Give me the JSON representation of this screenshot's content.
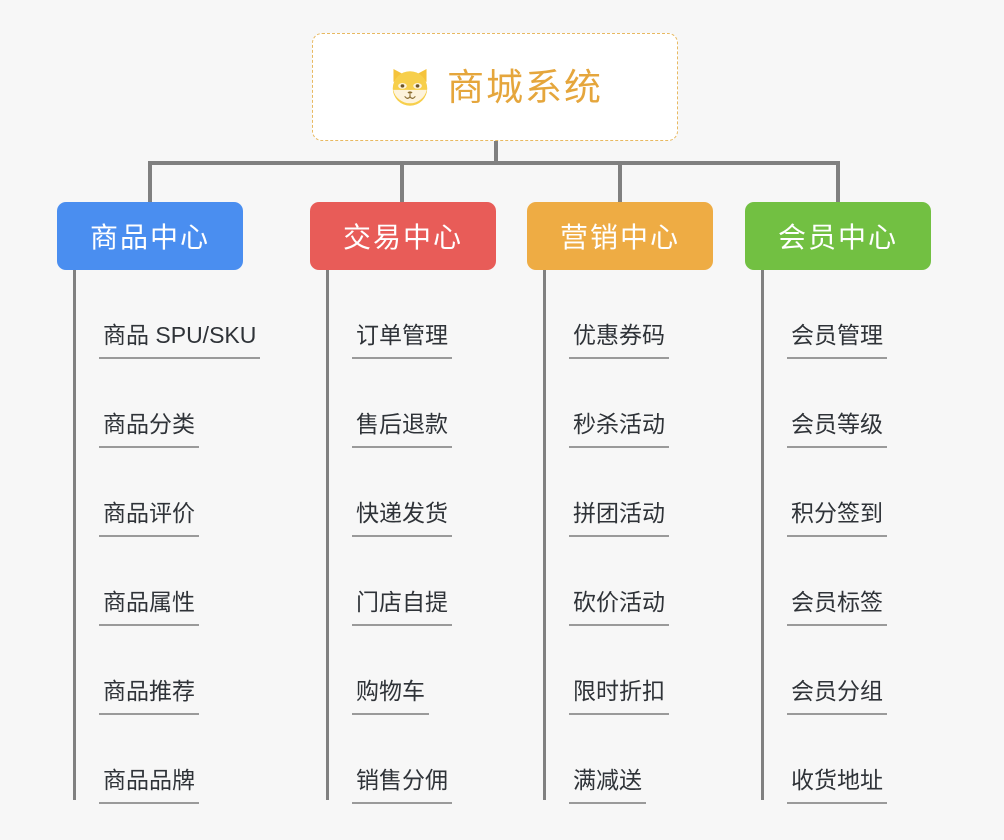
{
  "root": {
    "title": "商城系统",
    "icon": "dog-face-icon",
    "border_color": "#e8b961",
    "text_color": "#e5a63c",
    "background": "#ffffff"
  },
  "canvas": {
    "background": "#f7f7f7",
    "line_color": "#808080",
    "leaf_text_color": "#2f3338",
    "leaf_underline_color": "#9a9a9a"
  },
  "branches": [
    {
      "label": "商品中心",
      "color": "#4a8ef0",
      "leaves": [
        "商品 SPU/SKU",
        "商品分类",
        "商品评价",
        "商品属性",
        "商品推荐",
        "商品品牌"
      ]
    },
    {
      "label": "交易中心",
      "color": "#e85c58",
      "leaves": [
        "订单管理",
        "售后退款",
        "快递发货",
        "门店自提",
        "购物车",
        "销售分佣"
      ]
    },
    {
      "label": "营销中心",
      "color": "#eeac44",
      "leaves": [
        "优惠券码",
        "秒杀活动",
        "拼团活动",
        "砍价活动",
        "限时折扣",
        "满减送"
      ]
    },
    {
      "label": "会员中心",
      "color": "#72c042",
      "leaves": [
        "会员管理",
        "会员等级",
        "积分签到",
        "会员标签",
        "会员分组",
        "收货地址"
      ]
    }
  ]
}
